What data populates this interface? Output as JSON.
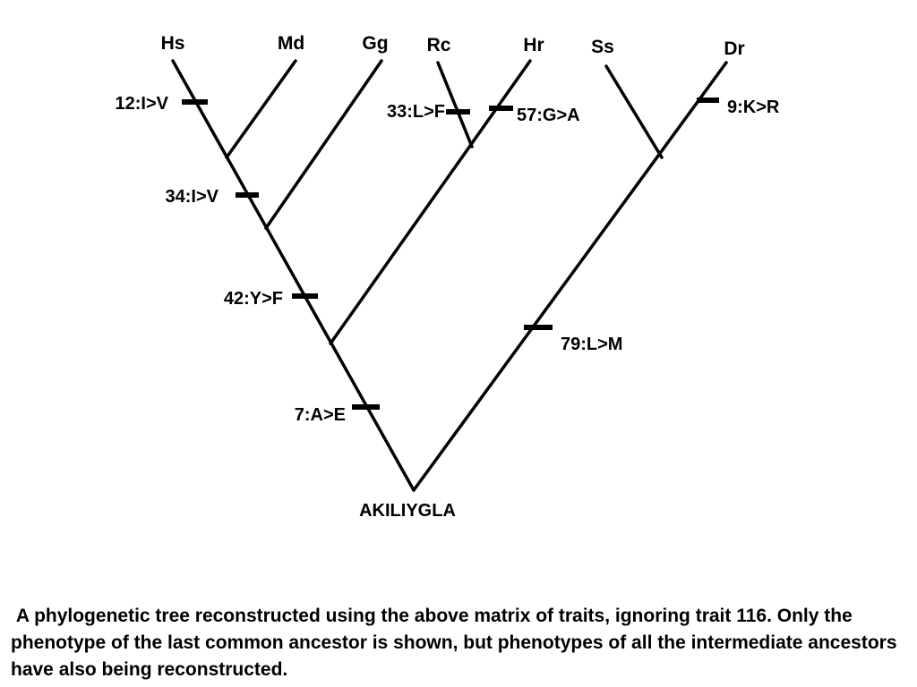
{
  "taxa": {
    "hs": "Hs",
    "md": "Md",
    "gg": "Gg",
    "rc": "Rc",
    "hr": "Hr",
    "ss": "Ss",
    "dr": "Dr"
  },
  "mutations": {
    "m12": "12:I>V",
    "m34": "34:I>V",
    "m42": "42:Y>F",
    "m7": "7:A>E",
    "m33": "33:L>F",
    "m57": "57:G>A",
    "m9": "9:K>R",
    "m79": "79:L>M"
  },
  "ancestor_sequence": "AKILIYGLA",
  "caption": " A phylogenetic tree reconstructed using the above matrix of traits, ignoring trait 116. Only the phenotype of the last common ancestor is shown, but phenotypes of all the intermediate ancestors have also being reconstructed."
}
